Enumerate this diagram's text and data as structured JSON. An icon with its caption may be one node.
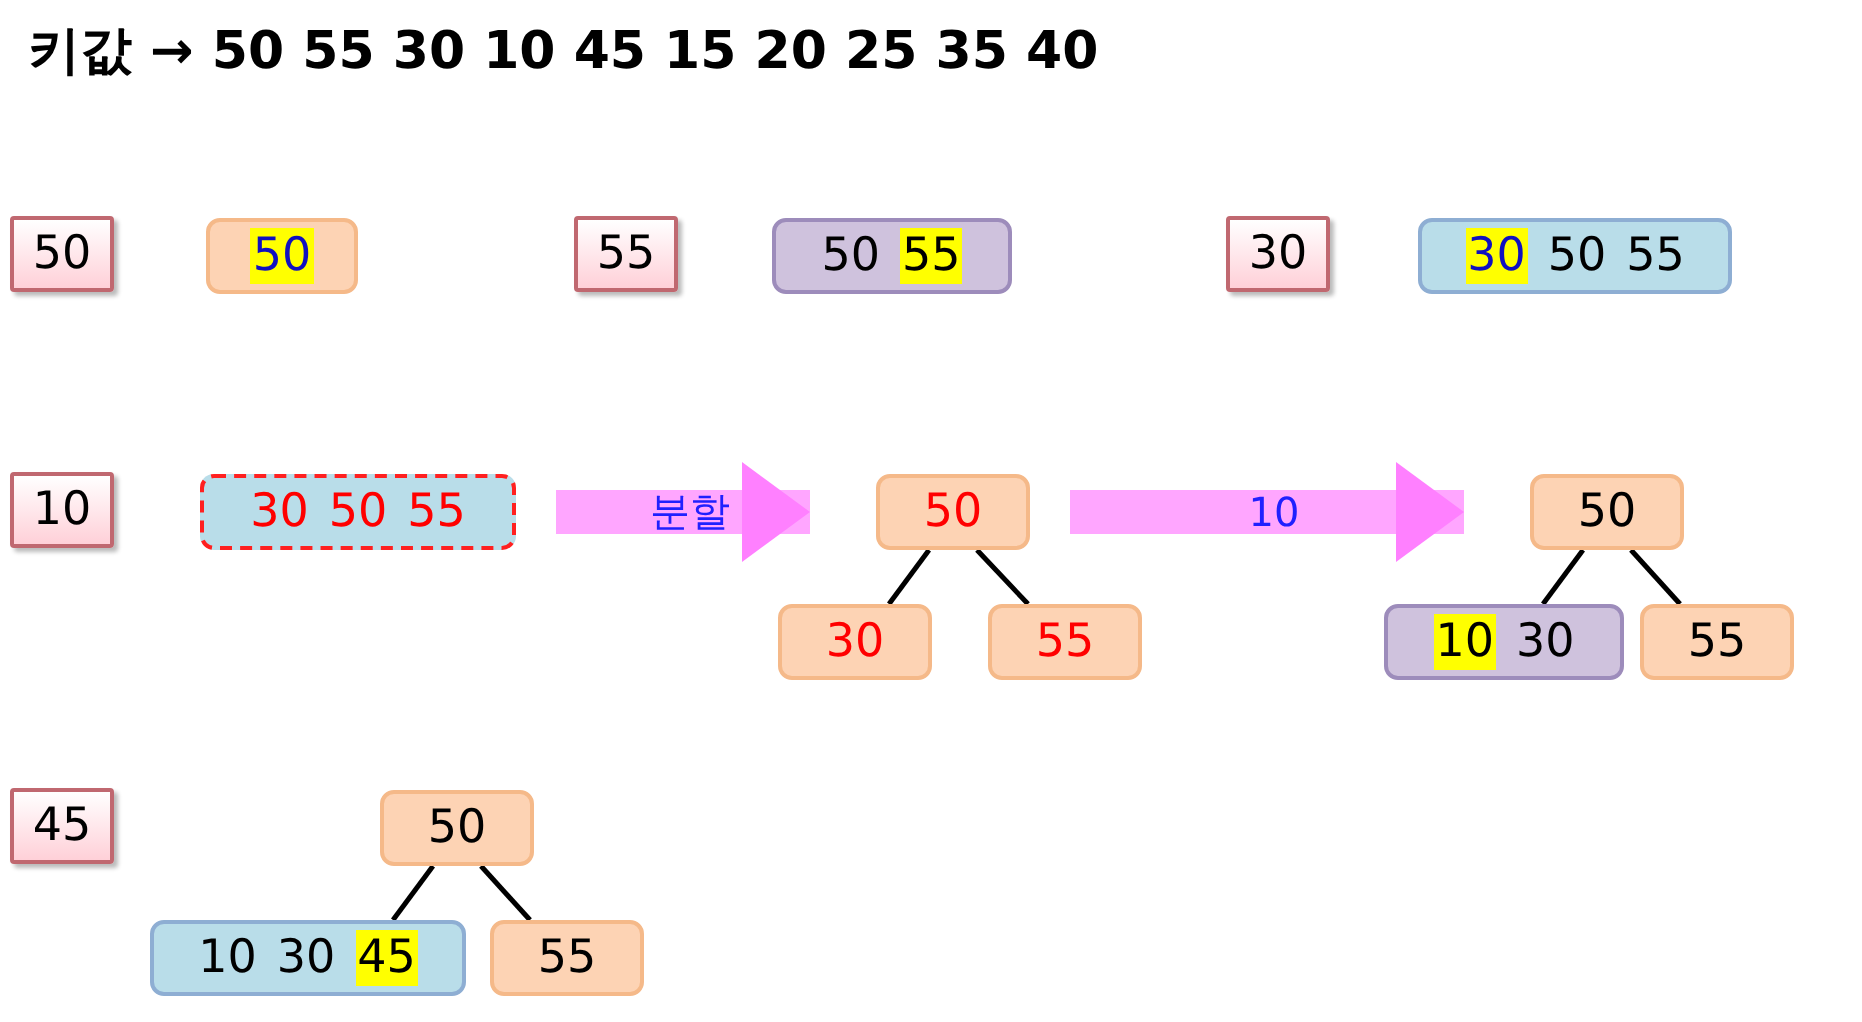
{
  "diagram": {
    "title": "키값 → 50 55 30 10 45 15 20 25 35 40",
    "nodes": [
      {
        "text": [
          "50"
        ]
      },
      {
        "text": [
          "50"
        ]
      },
      {
        "text": [
          "55"
        ]
      },
      {
        "text": [
          "50 55"
        ]
      },
      {
        "text": [
          "30"
        ]
      },
      {
        "text": [
          "30 50 55"
        ]
      },
      {
        "text": [
          "10"
        ]
      },
      {
        "text": [
          "30 50 55"
        ]
      },
      {
        "text": [
          "50"
        ]
      },
      {
        "text": [
          "30"
        ]
      },
      {
        "text": [
          "55"
        ]
      },
      {
        "text": [
          "50"
        ]
      },
      {
        "text": [
          "10 30"
        ]
      },
      {
        "text": [
          "55"
        ]
      },
      {
        "text": [
          "45"
        ]
      },
      {
        "text": [
          "50"
        ]
      },
      {
        "text": [
          "10 30 45"
        ]
      },
      {
        "text": [
          "55"
        ]
      }
    ],
    "edges": [
      {
        "from": 7,
        "to": 8,
        "arrow": "to",
        "label": "분할",
        "style": "thick",
        "color": "#ff80ff"
      },
      {
        "from": 8,
        "to": 9,
        "arrow": "none"
      },
      {
        "from": 8,
        "to": 10,
        "arrow": "none"
      },
      {
        "from": 8,
        "to": 11,
        "arrow": "to",
        "label": "10",
        "style": "thick",
        "color": "#ff80ff"
      },
      {
        "from": 11,
        "to": 12,
        "arrow": "none"
      },
      {
        "from": 11,
        "to": 13,
        "arrow": "none"
      },
      {
        "from": 15,
        "to": 16,
        "arrow": "none"
      },
      {
        "from": 15,
        "to": 17,
        "arrow": "none"
      }
    ]
  }
}
